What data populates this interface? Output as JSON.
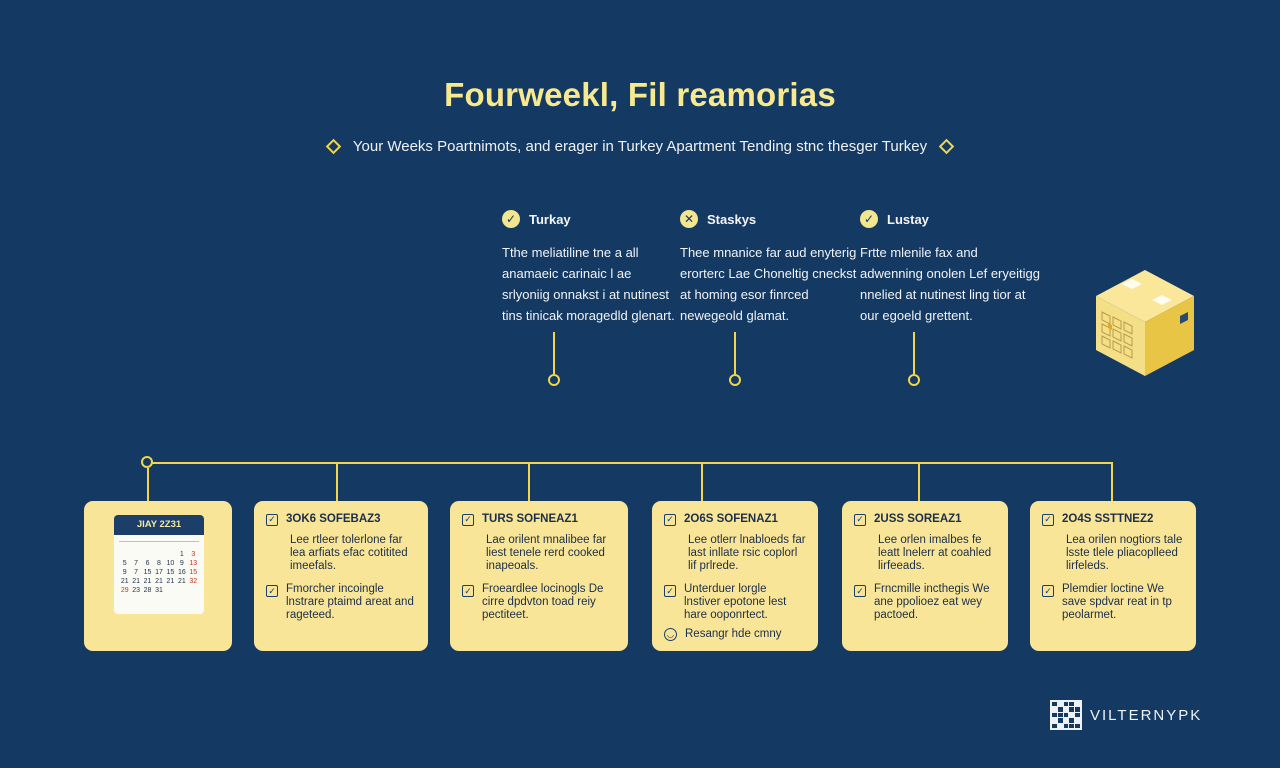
{
  "title": "Fourweekl, Fil reamorias",
  "subtitle": "Your Weeks Poartnimots, and erager in Turkey Apartment Tending stnc thesger Turkey",
  "columns": [
    {
      "label": "Turkay",
      "badge": "✓",
      "text": "Tthe meliatiline tne a all anamaeic carinaic l ae srlyoniig onnakst i at nutinest tins tinicak moragedld glenart."
    },
    {
      "label": "Staskys",
      "badge": "✕",
      "text": "Thee mnanice far aud enyterig erorterc Lae Choneltig cneckst at homing esor finrced newegeold glamat."
    },
    {
      "label": "Lustay",
      "badge": "✓",
      "text": "Frtte mlenile fax and adwenning onolen Lef eryeitigg nnelied at nutinest ling tior at our egoeld grettent."
    }
  ],
  "calendar": {
    "header": "JIAY 2Z31",
    "rows": [
      [
        "",
        "",
        "",
        "",
        "",
        "",
        ""
      ],
      [
        "",
        "",
        "",
        "",
        "",
        "1",
        "3"
      ],
      [
        "5",
        "7",
        "6",
        "8",
        "10",
        "9",
        "13"
      ],
      [
        "9",
        "7",
        "15",
        "17",
        "15",
        "16",
        "15"
      ],
      [
        "21",
        "21",
        "21",
        "21",
        "21",
        "21",
        "32"
      ],
      [
        "29",
        "23",
        "28",
        "31",
        "",
        "",
        ""
      ]
    ]
  },
  "cards": [
    {
      "title": "3OK6 SOFEBAZ3",
      "p": "Lee rtleer tolerlone far lea arfiats efac cotitited imeefals.",
      "items": [
        {
          "icon": "check",
          "text": "Fmorcher incoingle lnstrare ptaimd areat and rageteed."
        }
      ]
    },
    {
      "title": "TURS SOFNEAZ1",
      "p": "Lae orilent mnalibee far liest tenele rerd cooked inapeoals.",
      "items": [
        {
          "icon": "check",
          "text": "Froeardlee locinogls De cirre dpdvton toad reiy pectiteet."
        }
      ]
    },
    {
      "title": "2O6S SOFENAZ1",
      "p": "Lee otlerr lnabloeds far last inllate rsic coplorl lif prlrede.",
      "items": [
        {
          "icon": "check",
          "text": "Unterduer lorgle lnstiver epotone lest hare ooponrtect."
        },
        {
          "icon": "smile",
          "text": "Resangr hde cmny"
        }
      ]
    },
    {
      "title": "2USS SOREAZ1",
      "p": "Lee orlen imalbes fe leatt lnelerr at coahled lirfeeads.",
      "items": [
        {
          "icon": "check",
          "text": "Frncmille incthegis We ane ppolioez eat wey pactoed."
        }
      ]
    },
    {
      "title": "2O4S SSTTNEZ2",
      "p": "Lea orilen nogtiors tale lsste tlele pliacoplleed lirfeleds.",
      "items": [
        {
          "icon": "check",
          "text": "Plemdier loctine We save spdvar reat in tp peolarmet."
        }
      ]
    }
  ],
  "brand": "VILTERNYPK",
  "colors": {
    "background": "#143a63",
    "accent": "#f2d54a",
    "card": "#f8e597",
    "title": "#f8e98f"
  }
}
